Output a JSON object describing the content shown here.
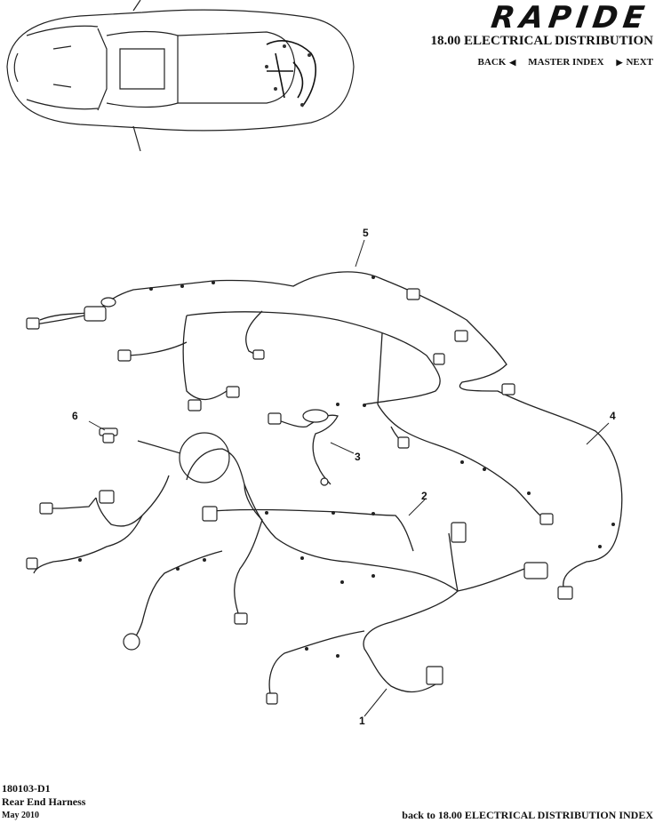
{
  "header": {
    "logo_text": "RAPIDE",
    "section_title": "18.00 ELECTRICAL DISTRIBUTION",
    "nav": {
      "back_label": "BACK",
      "back_icon": "triangle-left-icon",
      "master_index_label": "MASTER INDEX",
      "next_label": "NEXT",
      "next_icon": "triangle-right-icon"
    }
  },
  "diagram": {
    "callouts": [
      "1",
      "2",
      "3",
      "4",
      "5",
      "6"
    ]
  },
  "footer": {
    "part_code": "180103-D1",
    "part_name": "Rear End Harness",
    "date": "May 2010",
    "back_link": "back to 18.00 ELECTRICAL DISTRIBUTION INDEX"
  }
}
